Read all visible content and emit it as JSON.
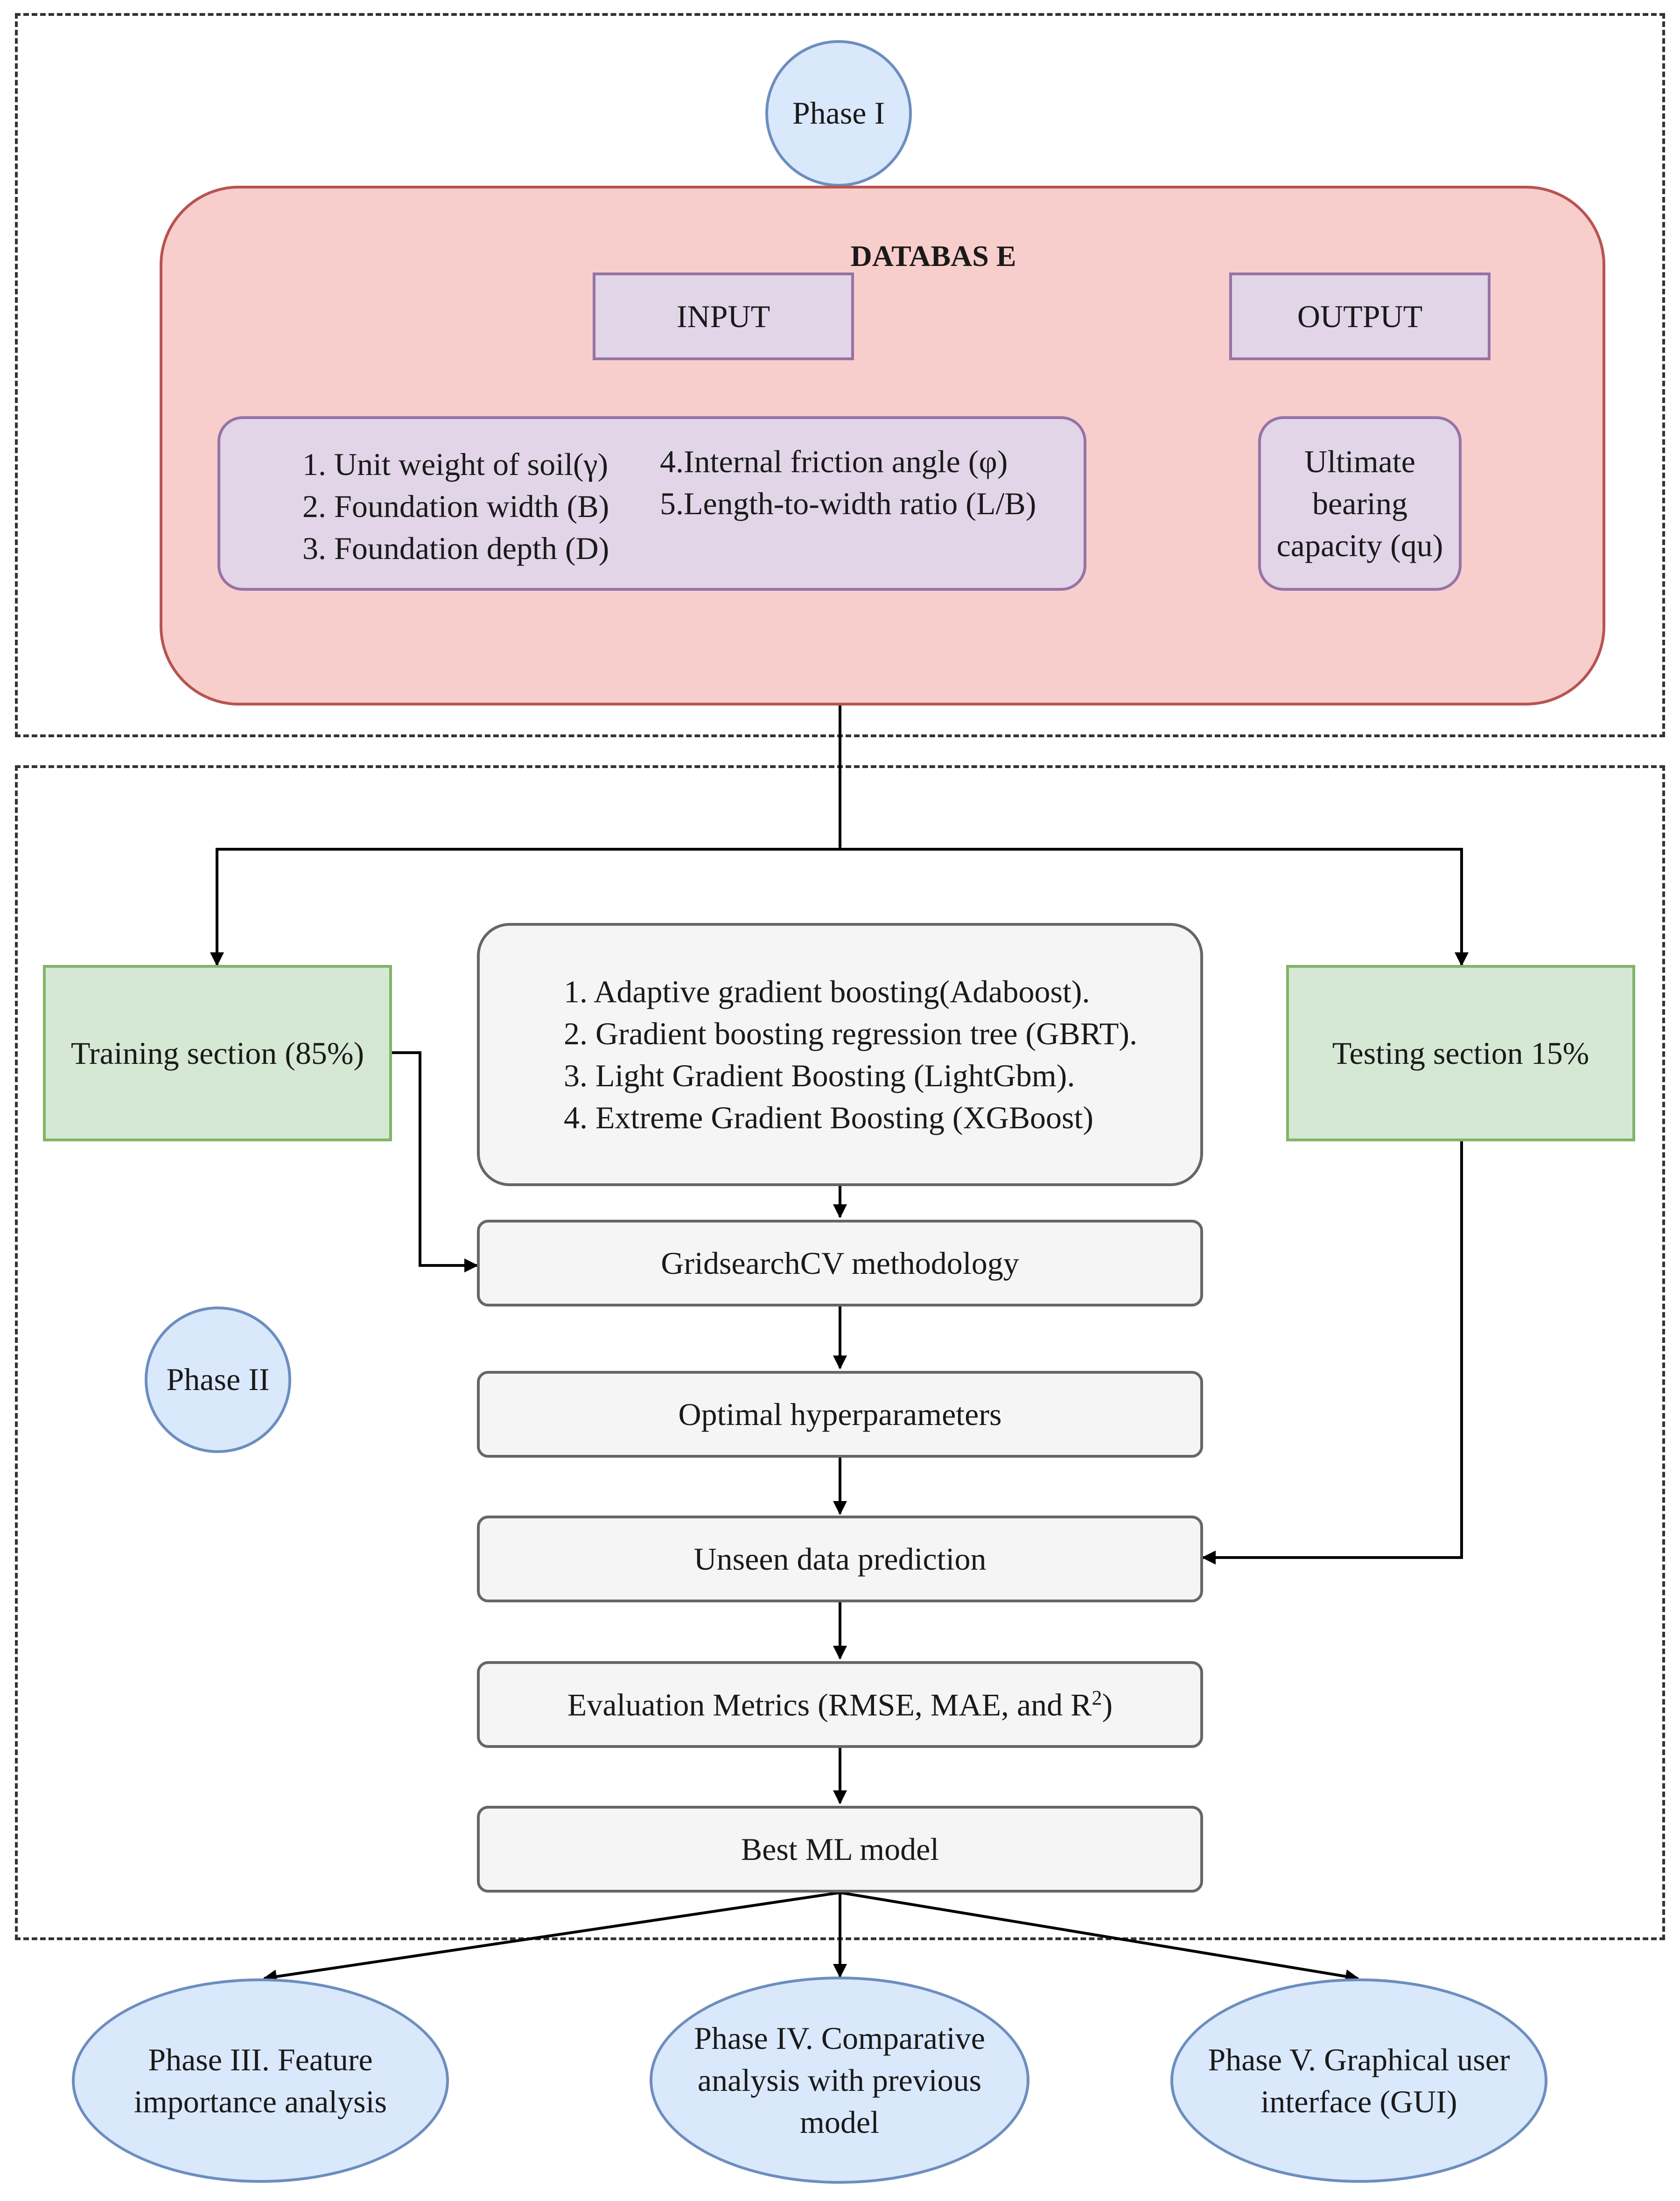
{
  "phase1": {
    "label": "Phase I"
  },
  "database": {
    "title": "DATABAS E",
    "input_label": "INPUT",
    "output_label": "OUTPUT",
    "inputs_left": [
      "1. Unit weight of soil(γ)",
      "2. Foundation width (B)",
      "3. Foundation depth (D)"
    ],
    "inputs_right": [
      "4.Internal friction angle (φ)",
      "5.Length-to-width ratio (L/B)"
    ],
    "output_lines": [
      "Ultimate",
      "bearing",
      "capacity (qu)"
    ]
  },
  "phase2": {
    "label": "Phase II"
  },
  "split": {
    "training_label": "Training section (85%)",
    "testing_label": "Testing section 15%"
  },
  "models": [
    "1. Adaptive gradient boosting(Adaboost).",
    "2. Gradient boosting regression tree (GBRT).",
    "3. Light Gradient Boosting (LightGbm).",
    "4. Extreme Gradient Boosting (XGBoost)"
  ],
  "steps": {
    "gridsearch": "GridsearchCV methodology",
    "hyperparameters": "Optimal hyperparameters",
    "prediction": "Unseen data prediction",
    "metrics_prefix": "Evaluation Metrics (RMSE, MAE, and R",
    "metrics_sup": "2",
    "metrics_suffix": ")",
    "best": "Best ML model"
  },
  "outcomes": {
    "phase3": [
      "Phase III. Feature",
      "importance analysis"
    ],
    "phase4": [
      "Phase IV. Comparative",
      "analysis with previous",
      "model"
    ],
    "phase5": [
      "Phase V. Graphical user",
      "interface (GUI)"
    ]
  },
  "colors": {
    "phase_circle": "#dae8fc",
    "database_panel": "#f8cecc",
    "input_output_box": "#e1d5e7",
    "split_box": "#d5e8d4",
    "process_box": "#f5f5f5"
  }
}
